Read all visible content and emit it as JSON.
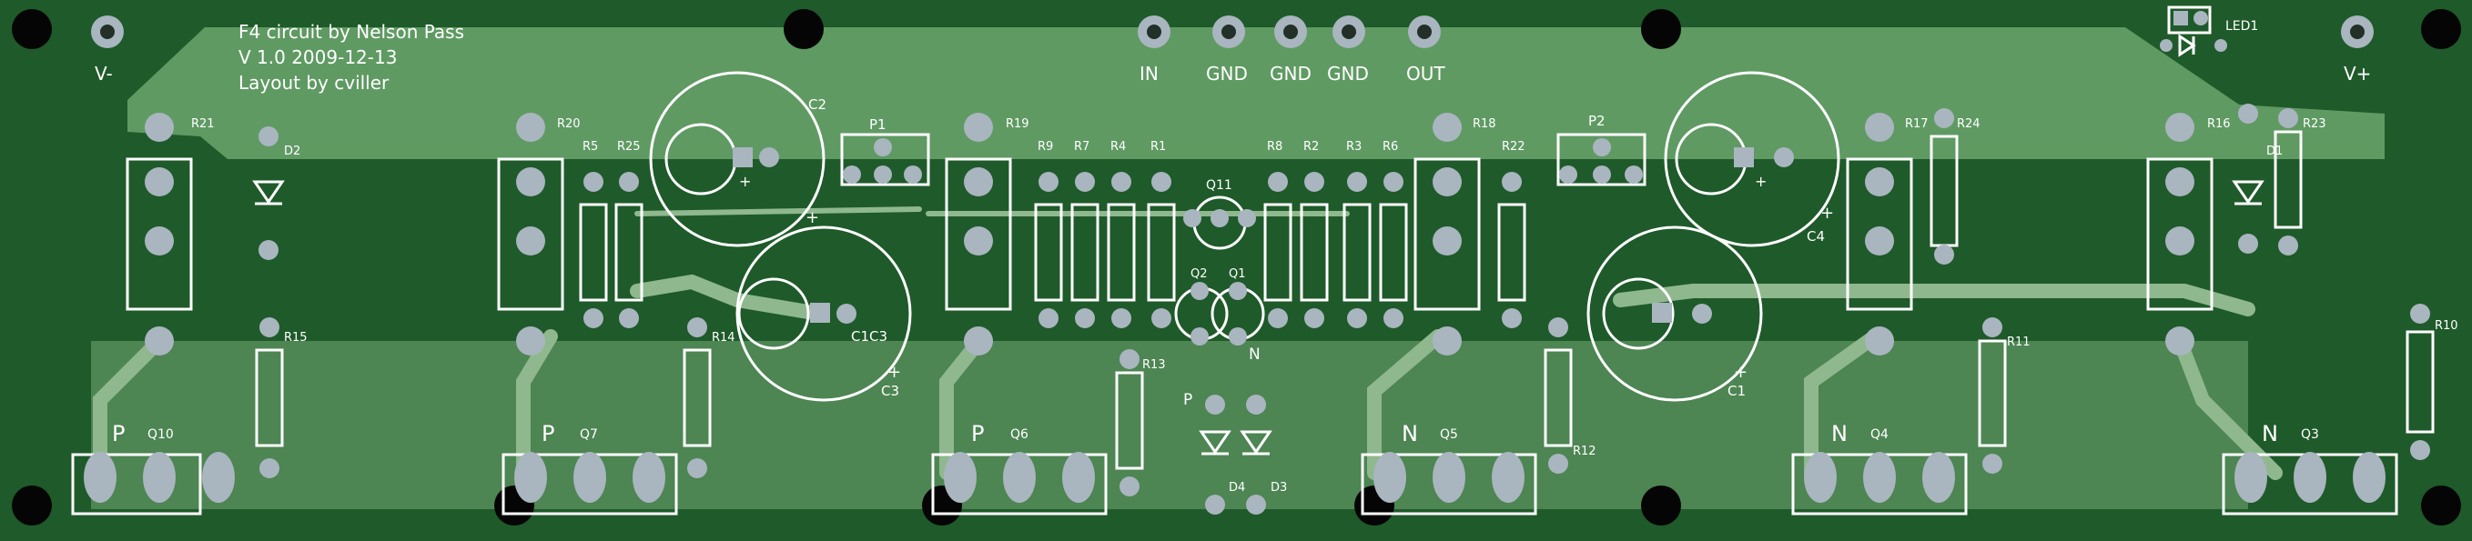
{
  "board": {
    "colors": {
      "substrate": "#1f5a2a",
      "copper": "#5f9a63",
      "copper_trace": "#8fb88f",
      "pad": "#a9b5bf",
      "drill": "#223028",
      "silk": "#ffffff",
      "hole": "#050505"
    },
    "header": {
      "line1": "F4 circuit by Nelson Pass",
      "line2": "V 1.0 2009-12-13",
      "line3": "Layout by cviller"
    },
    "io": {
      "in": "IN",
      "gnd1": "GND",
      "gnd2": "GND",
      "gnd3": "GND",
      "out": "OUT",
      "vminus": "V-",
      "vplus": "V+"
    },
    "labels": {
      "c2": "C2",
      "c3": "C3",
      "c1": "C1",
      "c4": "C4",
      "c1mirror": "C1C3",
      "p1": "P1",
      "p2": "P2",
      "q11": "Q11",
      "q1": "Q1",
      "q2": "Q2",
      "q10": "Q10",
      "q7": "Q7",
      "q6": "Q6",
      "q5": "Q5",
      "q4": "Q4",
      "q3": "Q3",
      "d1": "D1",
      "d2": "D2",
      "d3": "D3",
      "d4": "D4",
      "led1": "LED1",
      "r1": "R1",
      "r2": "R2",
      "r3": "R3",
      "r4": "R4",
      "r5": "R5",
      "r6": "R6",
      "r7": "R7",
      "r8": "R8",
      "r9": "R9",
      "r10": "R10",
      "r11": "R11",
      "r12": "R12",
      "r13": "R13",
      "r14": "R14",
      "r15": "R15",
      "r16": "R16",
      "r17": "R17",
      "r18": "R18",
      "r19": "R19",
      "r20": "R20",
      "r21": "R21",
      "r22": "R22",
      "r23": "R23",
      "r24": "R24",
      "r25": "R25",
      "p": "P",
      "n": "N",
      "plus": "+"
    }
  }
}
